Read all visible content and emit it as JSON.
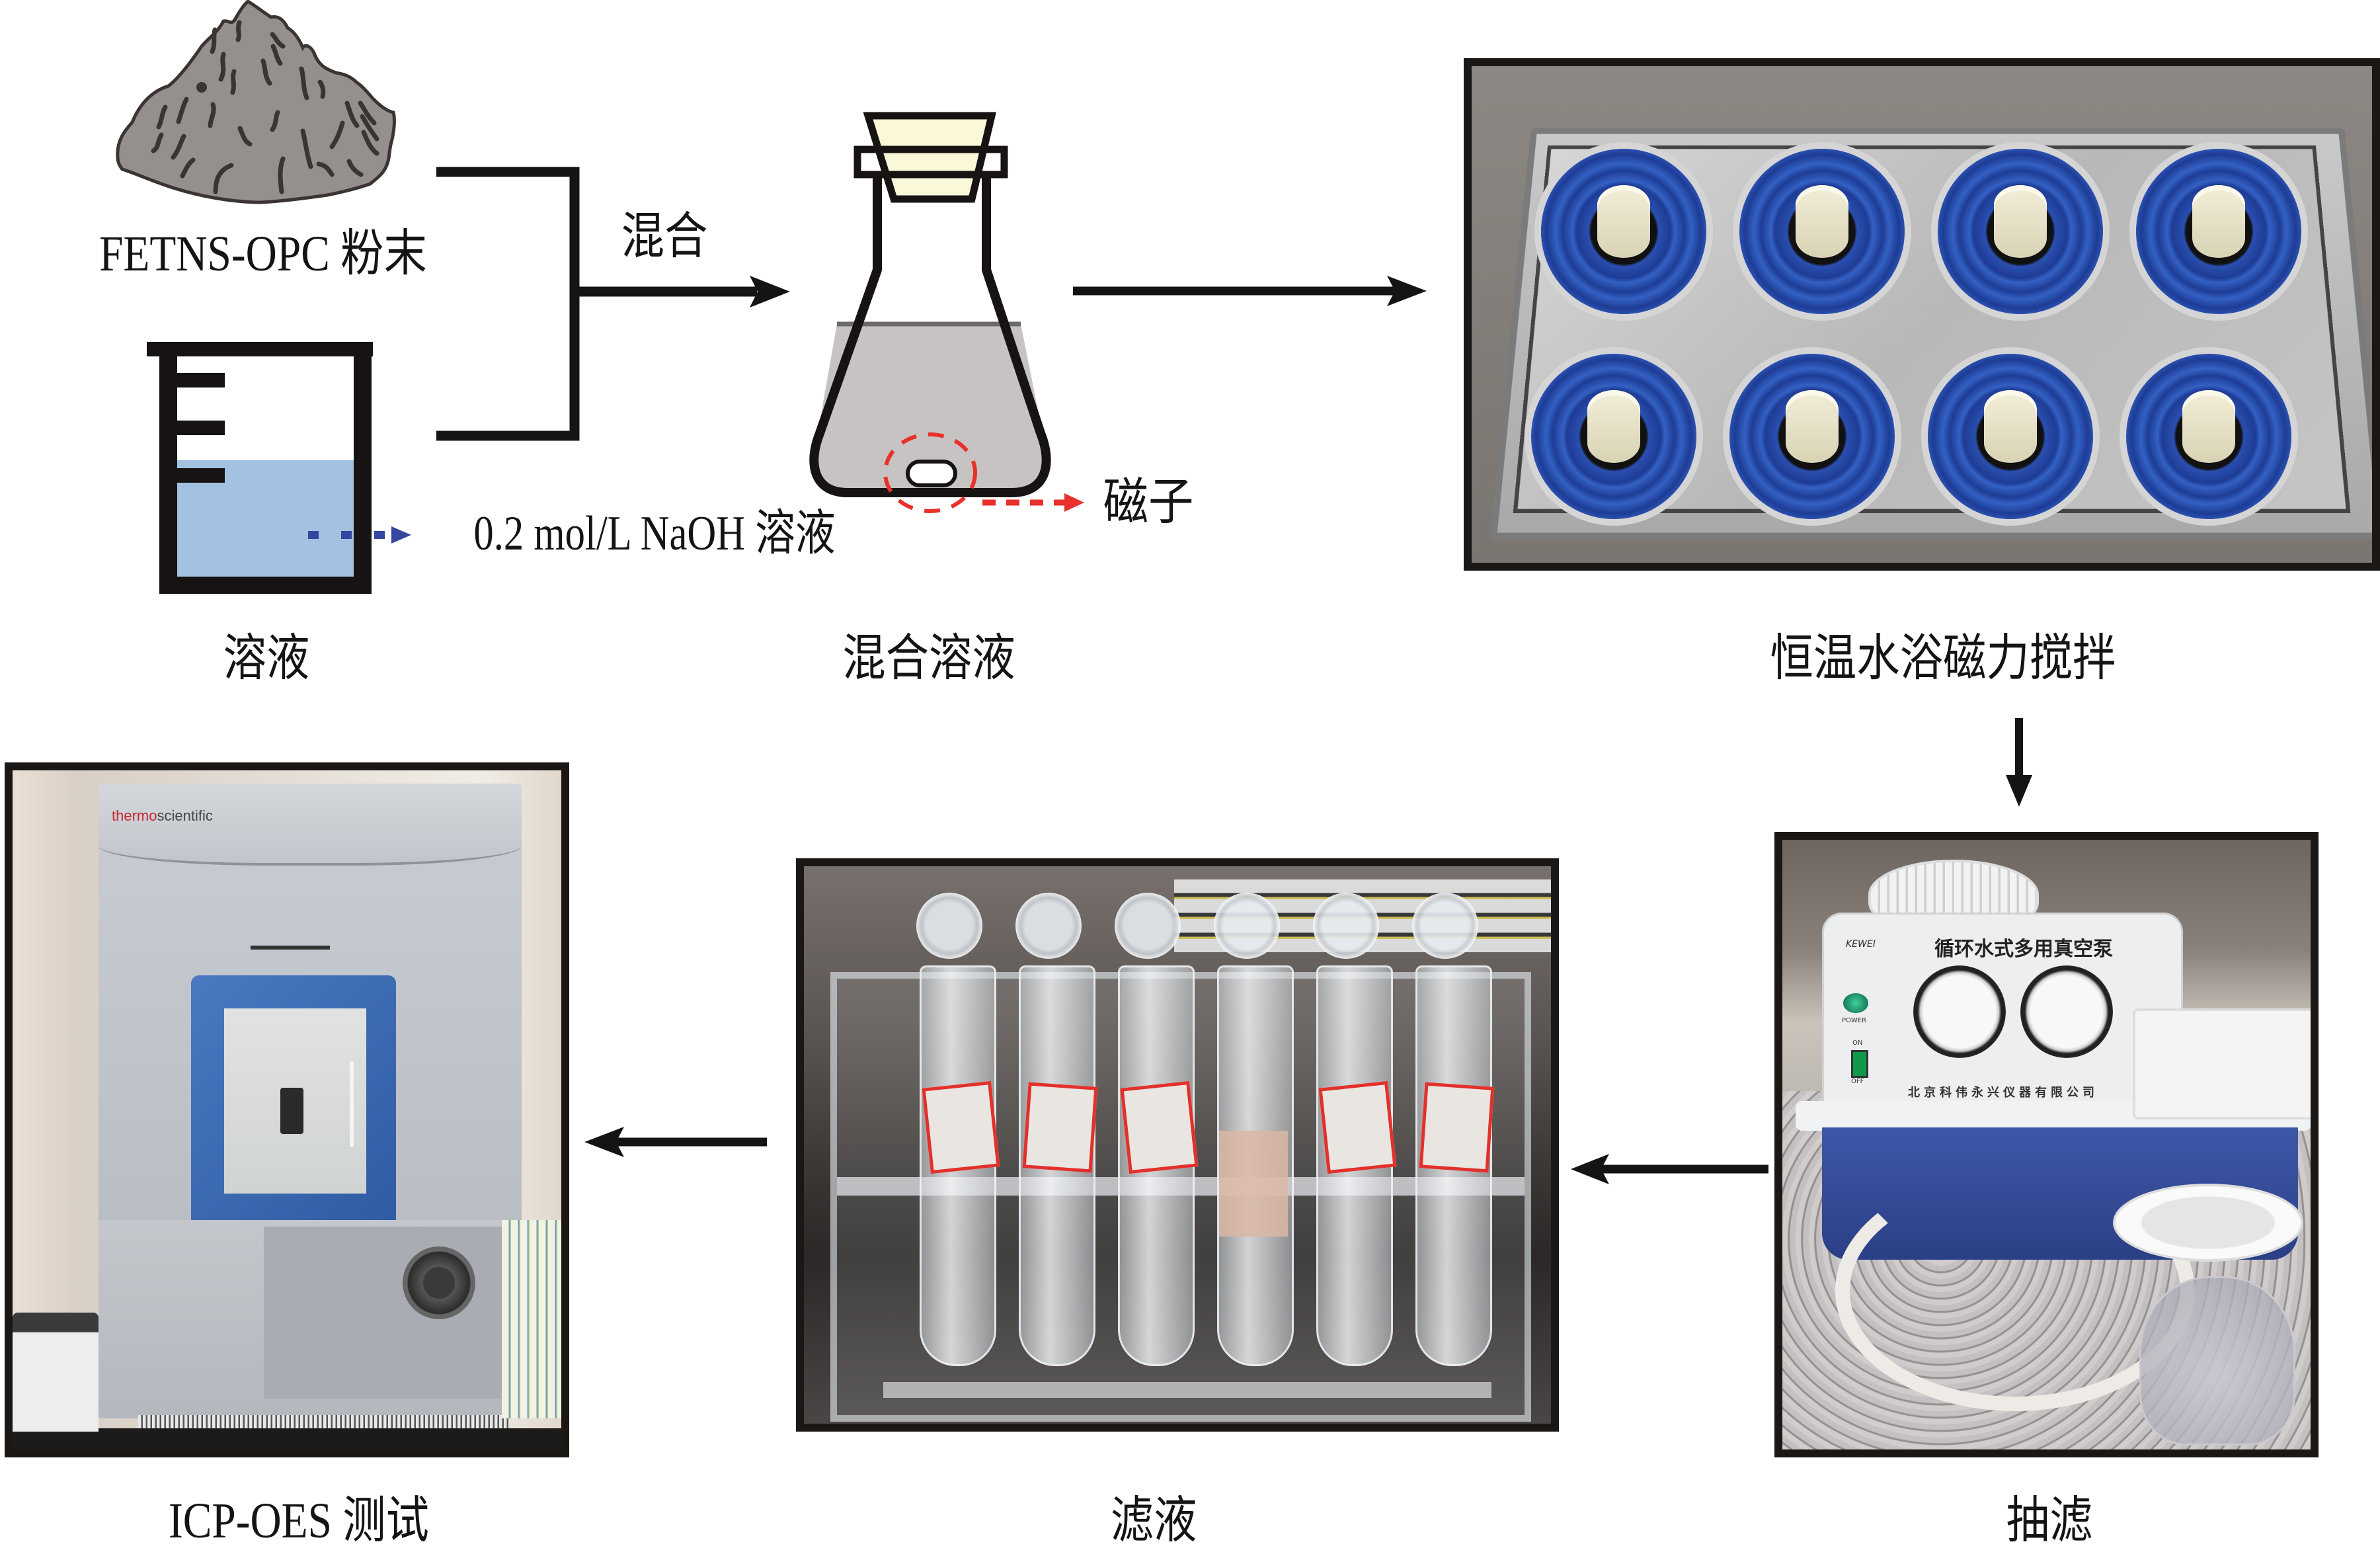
{
  "figure": {
    "type": "process-flow",
    "colors": {
      "line": "#141414",
      "powder_fill": "#958f8e",
      "powder_stroke": "#3a3533",
      "beaker_liquid": "#a3c2e2",
      "flask_liquid": "#c8c3c3",
      "flask_liquid_line": "#6d6a6a",
      "stopper_fill": "#faf8d8",
      "magnet_marker": "#e8312b",
      "naoh_pointer": "#3546a0",
      "photo_border": "#1b1715"
    }
  },
  "steps": {
    "powder": {
      "label": "FETNS-OPC 粉末",
      "icon": "powder-pile-icon"
    },
    "solution": {
      "label": "溶液",
      "icon": "beaker-icon",
      "annotation": "0.2 mol/L NaOH 溶液"
    },
    "mix_arrow": {
      "label": "混合"
    },
    "mixed": {
      "label": "混合溶液",
      "icon": "erlenmeyer-flask-icon",
      "annotation": "磁子"
    },
    "stirring": {
      "label": "恒温水浴磁力搅拌",
      "photo": "water-bath-magnetic-stirrer-photo",
      "photo_text": {
        "positions": 8
      }
    },
    "filtration": {
      "label": "抽滤",
      "photo": "vacuum-pump-filtration-photo",
      "photo_text": {
        "pump_title": "循环水式多用真空泵",
        "brand": "KEWEI",
        "maker": "北京科伟永兴仪器有限公司",
        "power": "POWER",
        "on": "ON",
        "off": "OFF"
      }
    },
    "filtrate": {
      "label": "滤液",
      "photo": "filtrate-tubes-photo",
      "photo_text": {
        "tube_count": 6
      }
    },
    "icp": {
      "label": "ICP-OES 测试",
      "photo": "icp-oes-instrument-photo",
      "photo_text": {
        "brand_a": "thermo",
        "brand_b": "scientific"
      }
    }
  }
}
